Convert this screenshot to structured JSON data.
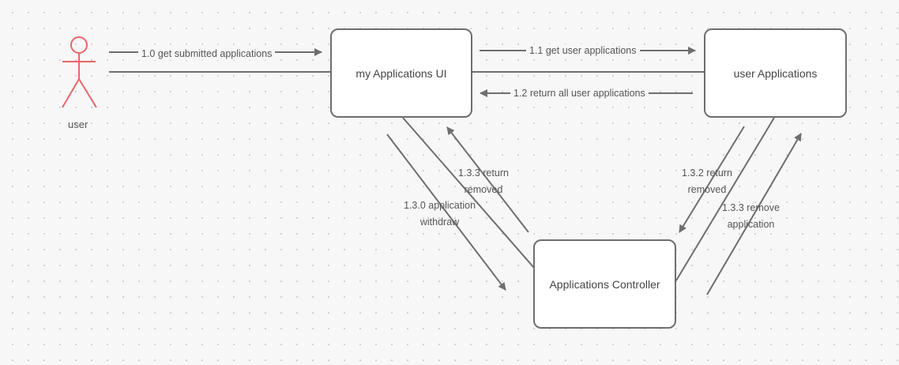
{
  "actor": {
    "label": "user"
  },
  "boxes": {
    "ui": "my Applications UI",
    "apps": "user Applications",
    "controller": "Applications Controller"
  },
  "messages": {
    "m1_0": "1.0 get submitted applications",
    "m1_1": "1.1 get user applications",
    "m1_2": "1.2 return all user applications",
    "m1_3_0": "1.3.0 application\nwithdraw",
    "m1_3_3_return": "1.3.3 return\nremoved",
    "m1_3_2": "1.3.2 return\nremoved",
    "m1_3_3_remove": "1.3.3 remove\napplication"
  },
  "colors": {
    "actor": "#e8666a",
    "line": "#6e6e6e"
  }
}
